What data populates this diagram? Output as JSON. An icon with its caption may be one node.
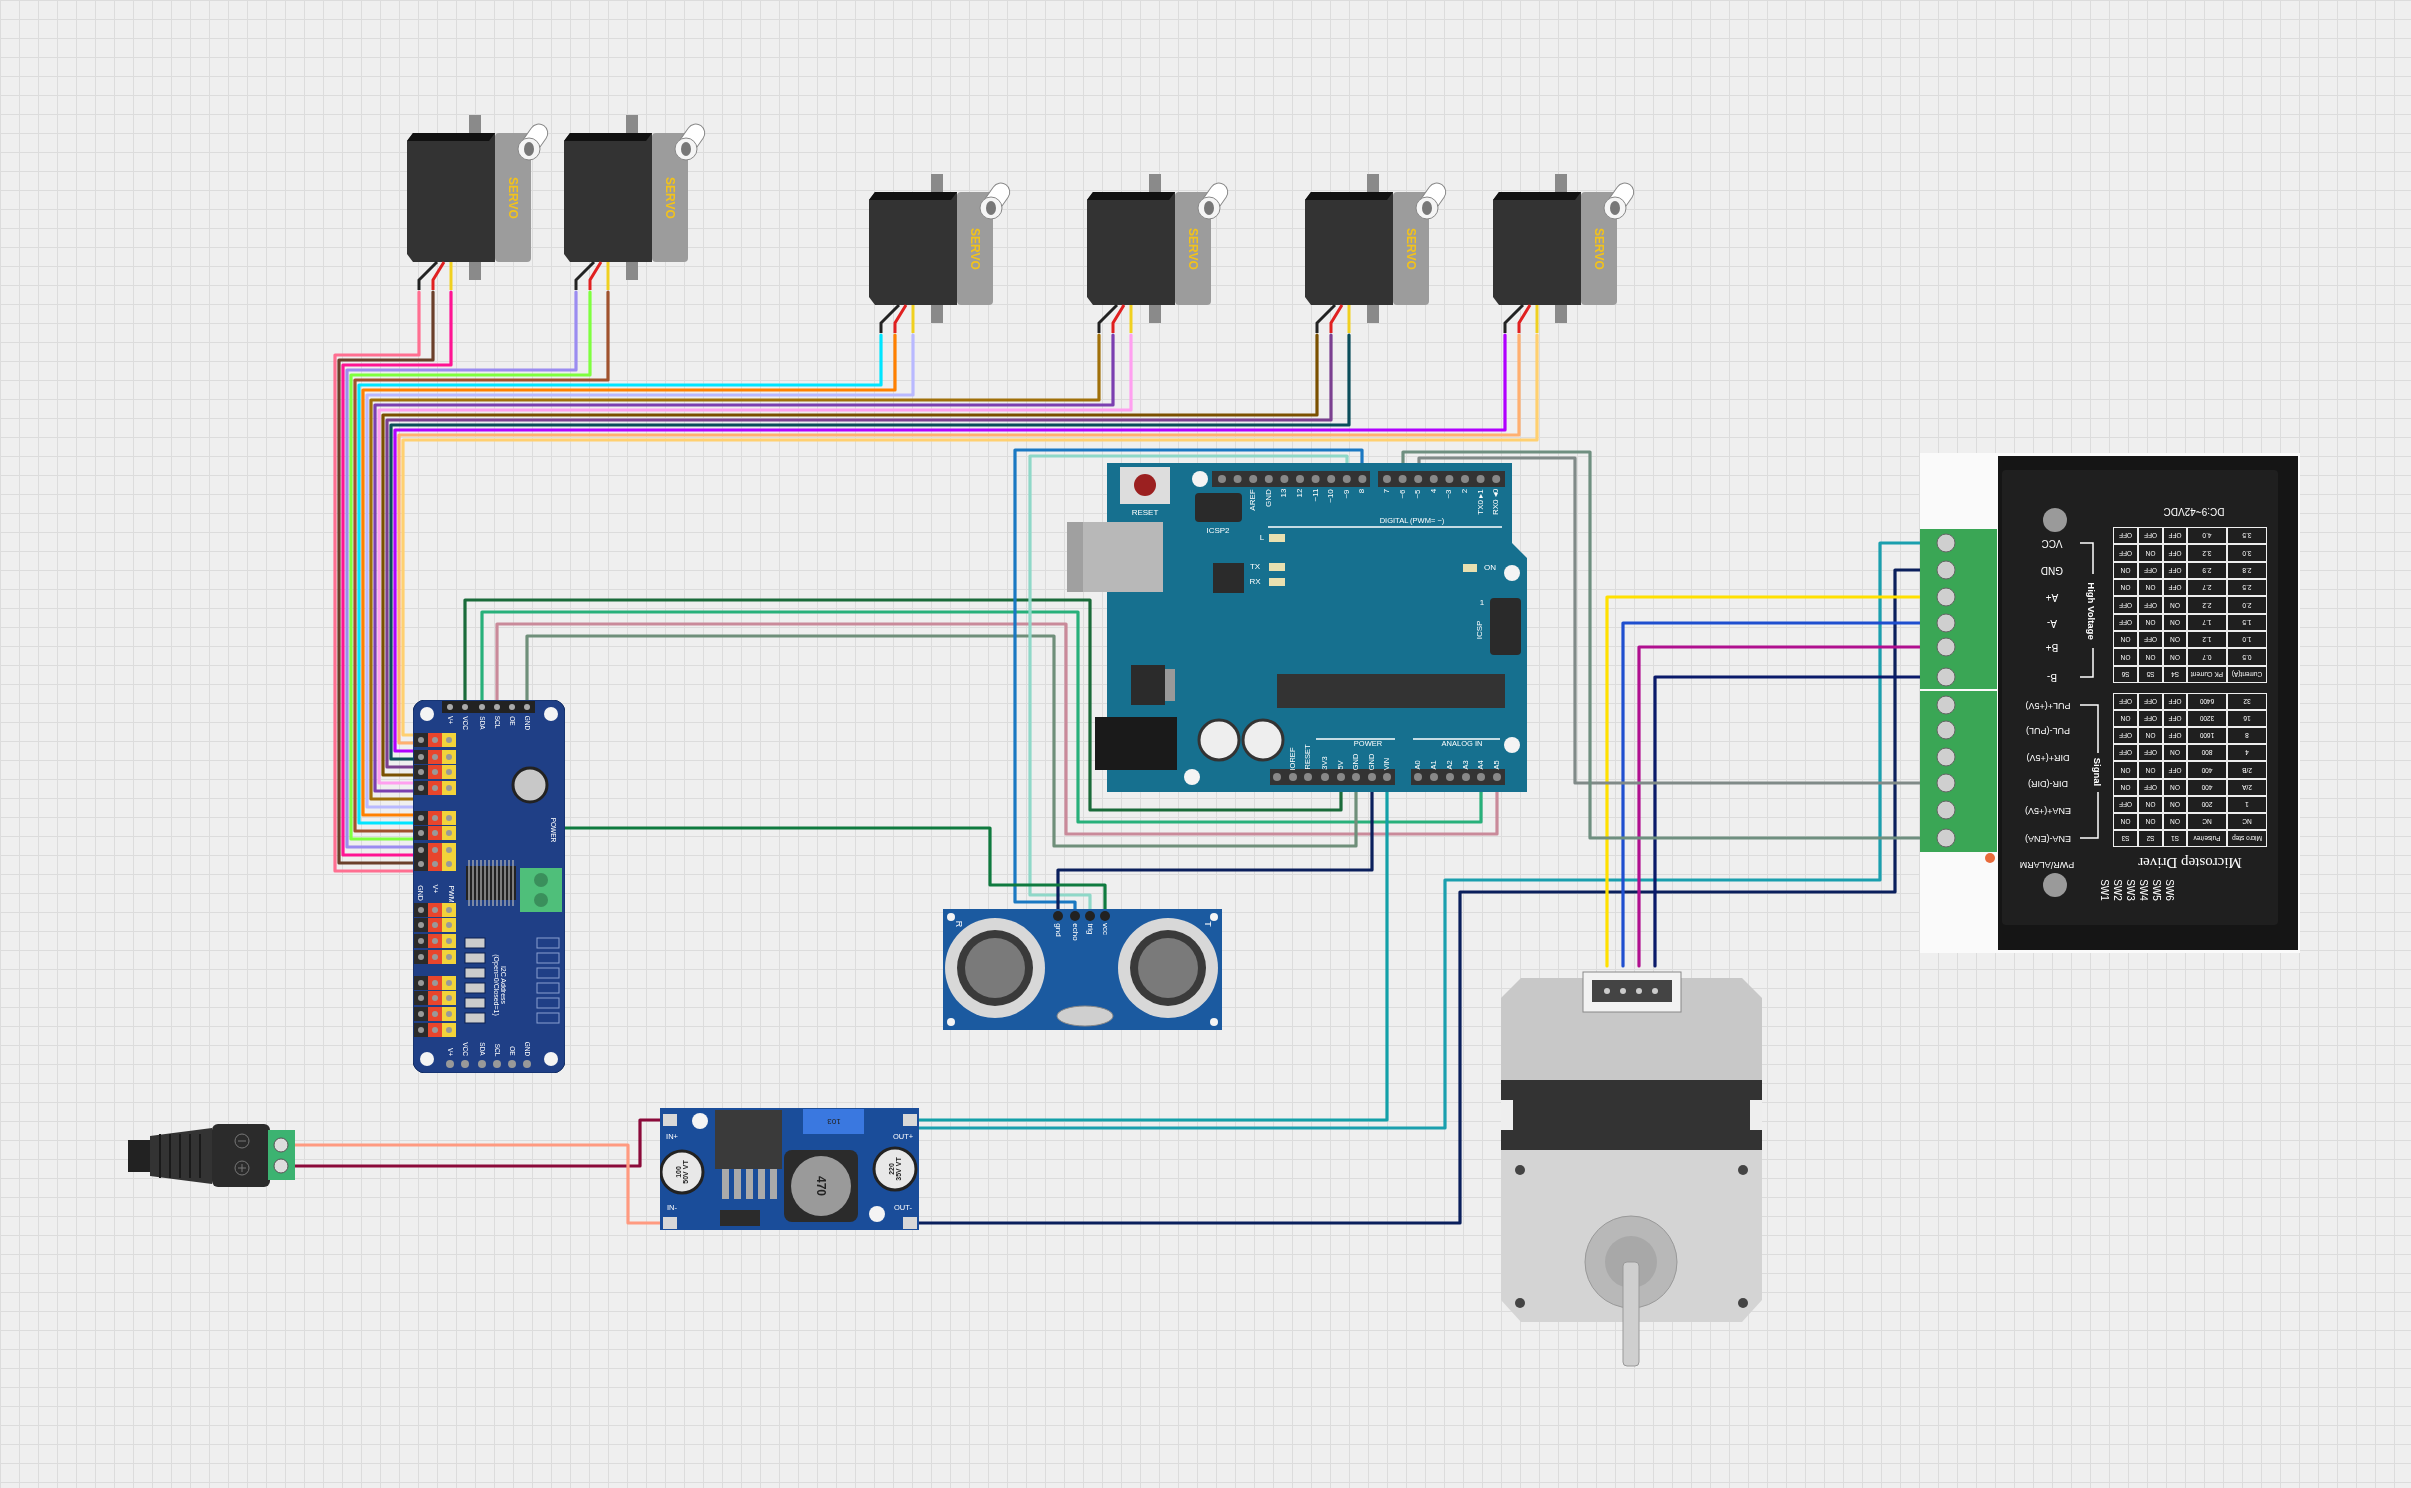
{
  "diagram": {
    "nodes": [
      {
        "text": [
          "SERVO"
        ]
      },
      {
        "text": [
          "SERVO"
        ]
      },
      {
        "text": [
          "SERVO"
        ]
      },
      {
        "text": [
          "SERVO"
        ]
      },
      {
        "text": [
          "SERVO"
        ]
      },
      {
        "text": [
          "SERVO"
        ]
      },
      {
        "text": [
          "V+",
          "VCC",
          "SDA",
          "SCL",
          "OE",
          "GND",
          "POWER",
          "GND",
          "V+",
          "PWM",
          "I2C Address (Open=0/Closed=1)",
          "V+",
          "VCC",
          "SDA",
          "SCL",
          "OE",
          "GND"
        ]
      },
      {
        "text": [
          "RESET",
          "ICSP2",
          "AREF",
          "GND",
          "13",
          "12",
          "~11",
          "~10",
          "~9",
          "8",
          "7",
          "~6",
          "~5",
          "4",
          "~3",
          "2",
          "TX0 ▸1",
          "RX0 ◂0",
          "DIGITAL (PWM= ~)",
          "L",
          "TX",
          "RX",
          "ON",
          "1",
          "ICSP",
          "IOREF",
          "RESET",
          "3V3",
          "5V",
          "GND",
          "GND",
          "VIN",
          "POWER",
          "ANALOG IN",
          "A0",
          "A1",
          "A2",
          "A3",
          "A4",
          "A5"
        ]
      },
      {
        "text": [
          "R",
          "gnd",
          "echo",
          "trig",
          "vcc",
          "T"
        ]
      },
      {
        "text": [
          "IN+",
          "103",
          "OUT+",
          "100 50V VT",
          "470",
          "220 35V VT",
          "IN-",
          "OUT-"
        ]
      },
      {
        "text": [],
        "shape": "picture"
      },
      {
        "text": [],
        "shape": "picture"
      },
      {
        "text": [
          "DC:9~42VDC",
          "VCC",
          "GND",
          "A+",
          "A-",
          "B+",
          "B-",
          "High Voltage",
          "Current(A)",
          "PK Current",
          "S4",
          "S5",
          "S6",
          "0.5",
          "0.7",
          "ON",
          "ON",
          "ON",
          "1.0",
          "1.2",
          "ON",
          "OFF",
          "ON",
          "1.5",
          "1.7",
          "ON",
          "ON",
          "OFF",
          "2.0",
          "2.2",
          "ON",
          "OFF",
          "OFF",
          "2.5",
          "2.7",
          "OFF",
          "ON",
          "ON",
          "2.8",
          "2.9",
          "OFF",
          "OFF",
          "ON",
          "3.0",
          "3.2",
          "OFF",
          "ON",
          "OFF",
          "3.5",
          "4.0",
          "OFF",
          "OFF",
          "OFF",
          "PUL+(+5V)",
          "PUL-(PUL)",
          "DIR+(+5V)",
          "DIR-(DIR)",
          "ENA+(+5V)",
          "ENA-(ENA)",
          "Signal",
          "Micro step",
          "Pulse/rev",
          "S1",
          "S2",
          "S3",
          "NC",
          "NC",
          "ON",
          "ON",
          "ON",
          "1",
          "200",
          "ON",
          "ON",
          "OFF",
          "2/A",
          "400",
          "ON",
          "OFF",
          "ON",
          "2/B",
          "400",
          "OFF",
          "ON",
          "ON",
          "4",
          "800",
          "ON",
          "OFF",
          "OFF",
          "8",
          "1600",
          "OFF",
          "ON",
          "OFF",
          "16",
          "3200",
          "OFF",
          "OFF",
          "ON",
          "32",
          "6400",
          "OFF",
          "OFF",
          "OFF",
          "PWR/ALARM",
          "Microstep Driver",
          "SW1",
          "SW2",
          "SW3",
          "SW4",
          "SW5",
          "SW6"
        ]
      }
    ],
    "edges": [
      {
        "from": 0,
        "to": 6,
        "arrow": "none",
        "color": "#ff6f91"
      },
      {
        "from": 0,
        "to": 6,
        "arrow": "none",
        "color": "#6b3f2a"
      },
      {
        "from": 0,
        "to": 6,
        "arrow": "none",
        "color": "#ff1493"
      },
      {
        "from": 1,
        "to": 6,
        "arrow": "none",
        "color": "#9b8cf0"
      },
      {
        "from": 1,
        "to": 6,
        "arrow": "none",
        "color": "#7fff3f"
      },
      {
        "from": 1,
        "to": 6,
        "arrow": "none",
        "color": "#a0522d"
      },
      {
        "from": 2,
        "to": 6,
        "arrow": "none",
        "color": "#00e5ff"
      },
      {
        "from": 2,
        "to": 6,
        "arrow": "none",
        "color": "#ff8000"
      },
      {
        "from": 2,
        "to": 6,
        "arrow": "none",
        "color": "#b9b9ff"
      },
      {
        "from": 3,
        "to": 6,
        "arrow": "none",
        "color": "#a0700a"
      },
      {
        "from": 3,
        "to": 6,
        "arrow": "none",
        "color": "#7b3fb0"
      },
      {
        "from": 3,
        "to": 6,
        "arrow": "none",
        "color": "#ffa0f0"
      },
      {
        "from": 4,
        "to": 6,
        "arrow": "none",
        "color": "#7a5000"
      },
      {
        "from": 4,
        "to": 6,
        "arrow": "none",
        "color": "#7b3f8f"
      },
      {
        "from": 4,
        "to": 6,
        "arrow": "none",
        "color": "#0b4d5a"
      },
      {
        "from": 5,
        "to": 6,
        "arrow": "none",
        "color": "#b000ff"
      },
      {
        "from": 5,
        "to": 6,
        "arrow": "none",
        "color": "#ffb070"
      },
      {
        "from": 5,
        "to": 6,
        "arrow": "none",
        "color": "#ffd070"
      },
      {
        "from": 6,
        "to": 7,
        "arrow": "none",
        "color": "#1a6b3a"
      },
      {
        "from": 6,
        "to": 7,
        "arrow": "none",
        "color": "#27b07a"
      },
      {
        "from": 6,
        "to": 7,
        "arrow": "none",
        "color": "#c98a9a"
      },
      {
        "from": 6,
        "to": 7,
        "arrow": "none",
        "color": "#6f8f7a"
      },
      {
        "from": 8,
        "to": 7,
        "arrow": "none",
        "color": "#8fd8c8"
      },
      {
        "from": 8,
        "to": 7,
        "arrow": "none",
        "color": "#1a78c2"
      },
      {
        "from": 8,
        "to": 7,
        "arrow": "none",
        "color": "#0a1f5c"
      },
      {
        "from": 8,
        "to": 6,
        "arrow": "none",
        "color": "#0f7a3f"
      },
      {
        "from": 9,
        "to": 7,
        "arrow": "none",
        "color": "#12a0a8"
      },
      {
        "from": 9,
        "to": 12,
        "arrow": "none",
        "color": "#1a9fae"
      },
      {
        "from": 9,
        "to": 12,
        "arrow": "none",
        "color": "#0a1f5c"
      },
      {
        "from": 12,
        "to": 11,
        "arrow": "none",
        "color": "#ffe000"
      },
      {
        "from": 12,
        "to": 11,
        "arrow": "none",
        "color": "#1f4fcf"
      },
      {
        "from": 12,
        "to": 11,
        "arrow": "none",
        "color": "#b0108f"
      },
      {
        "from": 12,
        "to": 11,
        "arrow": "none",
        "color": "#0a1a6a"
      },
      {
        "from": 12,
        "to": 7,
        "arrow": "none",
        "color": "#808a88"
      },
      {
        "from": 12,
        "to": 7,
        "arrow": "none",
        "color": "#6f8f80"
      },
      {
        "from": 10,
        "to": 9,
        "arrow": "none",
        "color": "#8b0a3a"
      },
      {
        "from": 10,
        "to": 9,
        "arrow": "none",
        "color": "#ff9a80"
      }
    ]
  }
}
